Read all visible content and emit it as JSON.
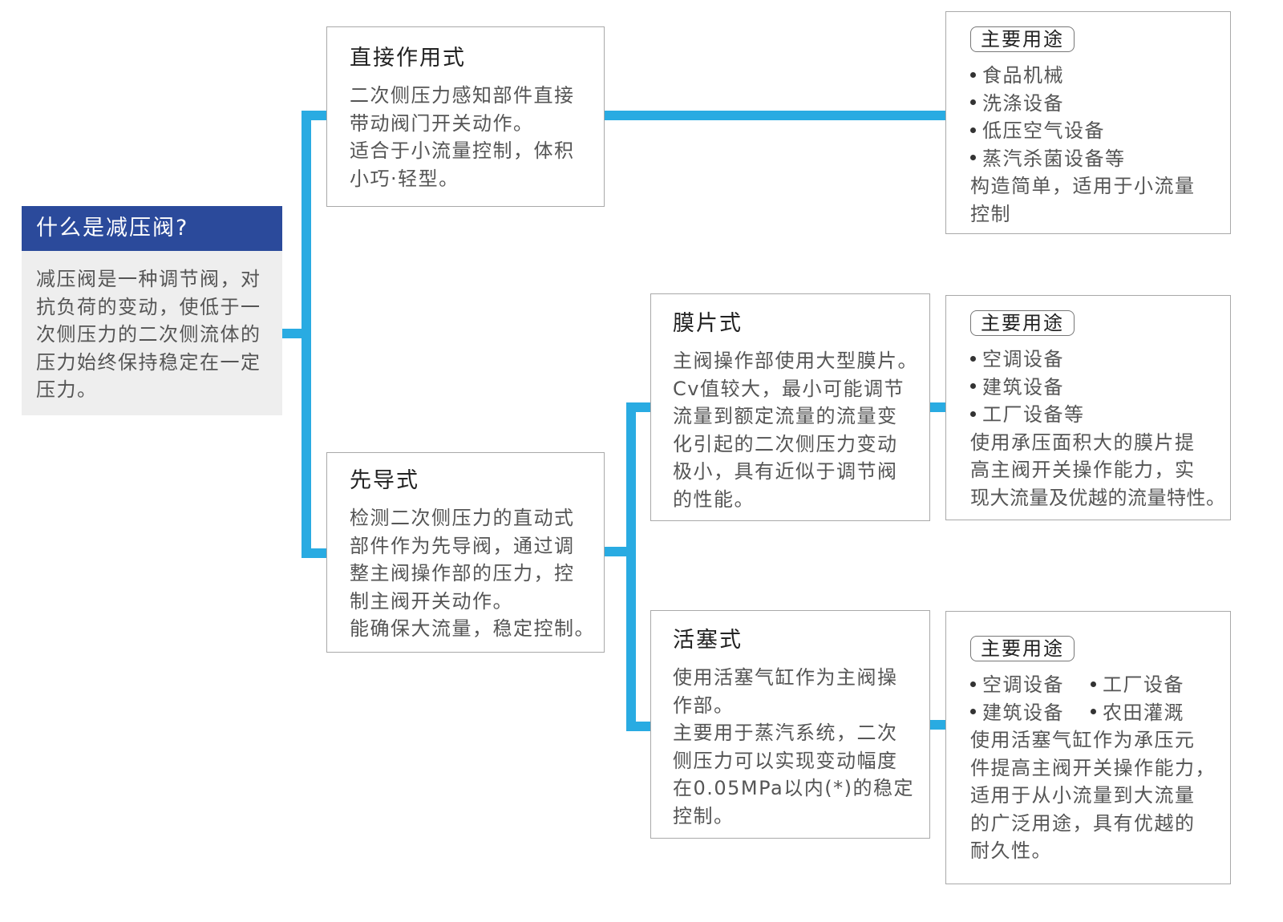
{
  "root": {
    "title": "什么是减压阀?",
    "lines": [
      "减压阀是一种调节阀，对",
      "抗负荷的变动，使低于一",
      "次侧压力的二次侧流体的",
      "压力始终保持稳定在一定",
      "压力。"
    ]
  },
  "direct": {
    "title": "直接作用式",
    "lines": [
      "二次侧压力感知部件直接",
      "带动阀门开关动作。",
      "适合于小流量控制，体积",
      "小巧·轻型。"
    ]
  },
  "pilot": {
    "title": "先导式",
    "lines": [
      "检测二次侧压力的直动式",
      "部件作为先导阀，通过调",
      "整主阀操作部的压力，控",
      "制主阀开关动作。",
      "能确保大流量，稳定控制。"
    ]
  },
  "diaphragm": {
    "title": "膜片式",
    "lines": [
      "主阀操作部使用大型膜片。",
      "Cv值较大，最小可能调节",
      "流量到额定流量的流量变",
      "化引起的二次侧压力变动",
      "极小，具有近似于调节阀",
      "的性能。"
    ]
  },
  "piston": {
    "title": "活塞式",
    "lines": [
      "使用活塞气缸作为主阀操",
      "作部。",
      "主要用于蒸汽系统，二次",
      "侧压力可以实现变动幅度",
      "在0.05MPa以内(*)的稳定",
      "控制。"
    ]
  },
  "uses_direct": {
    "badge": "主要用途",
    "items": [
      "食品机械",
      "洗涤设备",
      "低压空气设备",
      "蒸汽杀菌设备等"
    ],
    "notes": [
      "构造简单，适用于小流量",
      "控制"
    ]
  },
  "uses_diaphragm": {
    "badge": "主要用途",
    "items": [
      "空调设备",
      "建筑设备",
      "工厂设备等"
    ],
    "notes": [
      "使用承压面积大的膜片提",
      "高主阀开关操作能力，实",
      "现大流量及优越的流量特性。"
    ]
  },
  "uses_piston": {
    "badge": "主要用途",
    "item_rows": [
      [
        "空调设备",
        "工厂设备"
      ],
      [
        "建筑设备",
        "农田灌溉"
      ]
    ],
    "notes": [
      "使用活塞气缸作为承压元",
      "件提高主阀开关操作能力，",
      "适用于从小流量到大流量",
      "的广泛用途，具有优越的",
      "耐久性。"
    ]
  },
  "colors": {
    "header_bg": "#2b4a9b",
    "root_bg": "#eeeeee",
    "connector": "#29abe2",
    "border": "#a9a9a9"
  }
}
